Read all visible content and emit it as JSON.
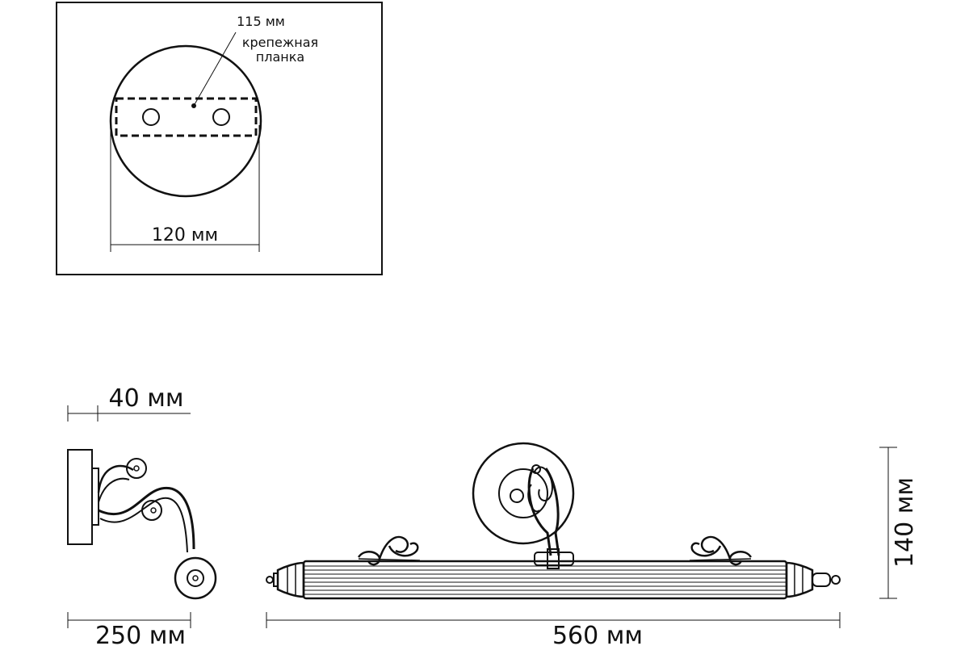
{
  "mount_detail": {
    "bar_width_label": "115 мм",
    "bar_name_line1": "крепежная",
    "bar_name_line2": "планка",
    "plate_diameter_label": "120 мм"
  },
  "side_view": {
    "projection_label": "40 мм",
    "depth_label": "250 мм"
  },
  "front_view": {
    "width_label": "560 мм",
    "height_label": "140 мм"
  },
  "colors": {
    "line": "#111111",
    "background": "#ffffff"
  }
}
